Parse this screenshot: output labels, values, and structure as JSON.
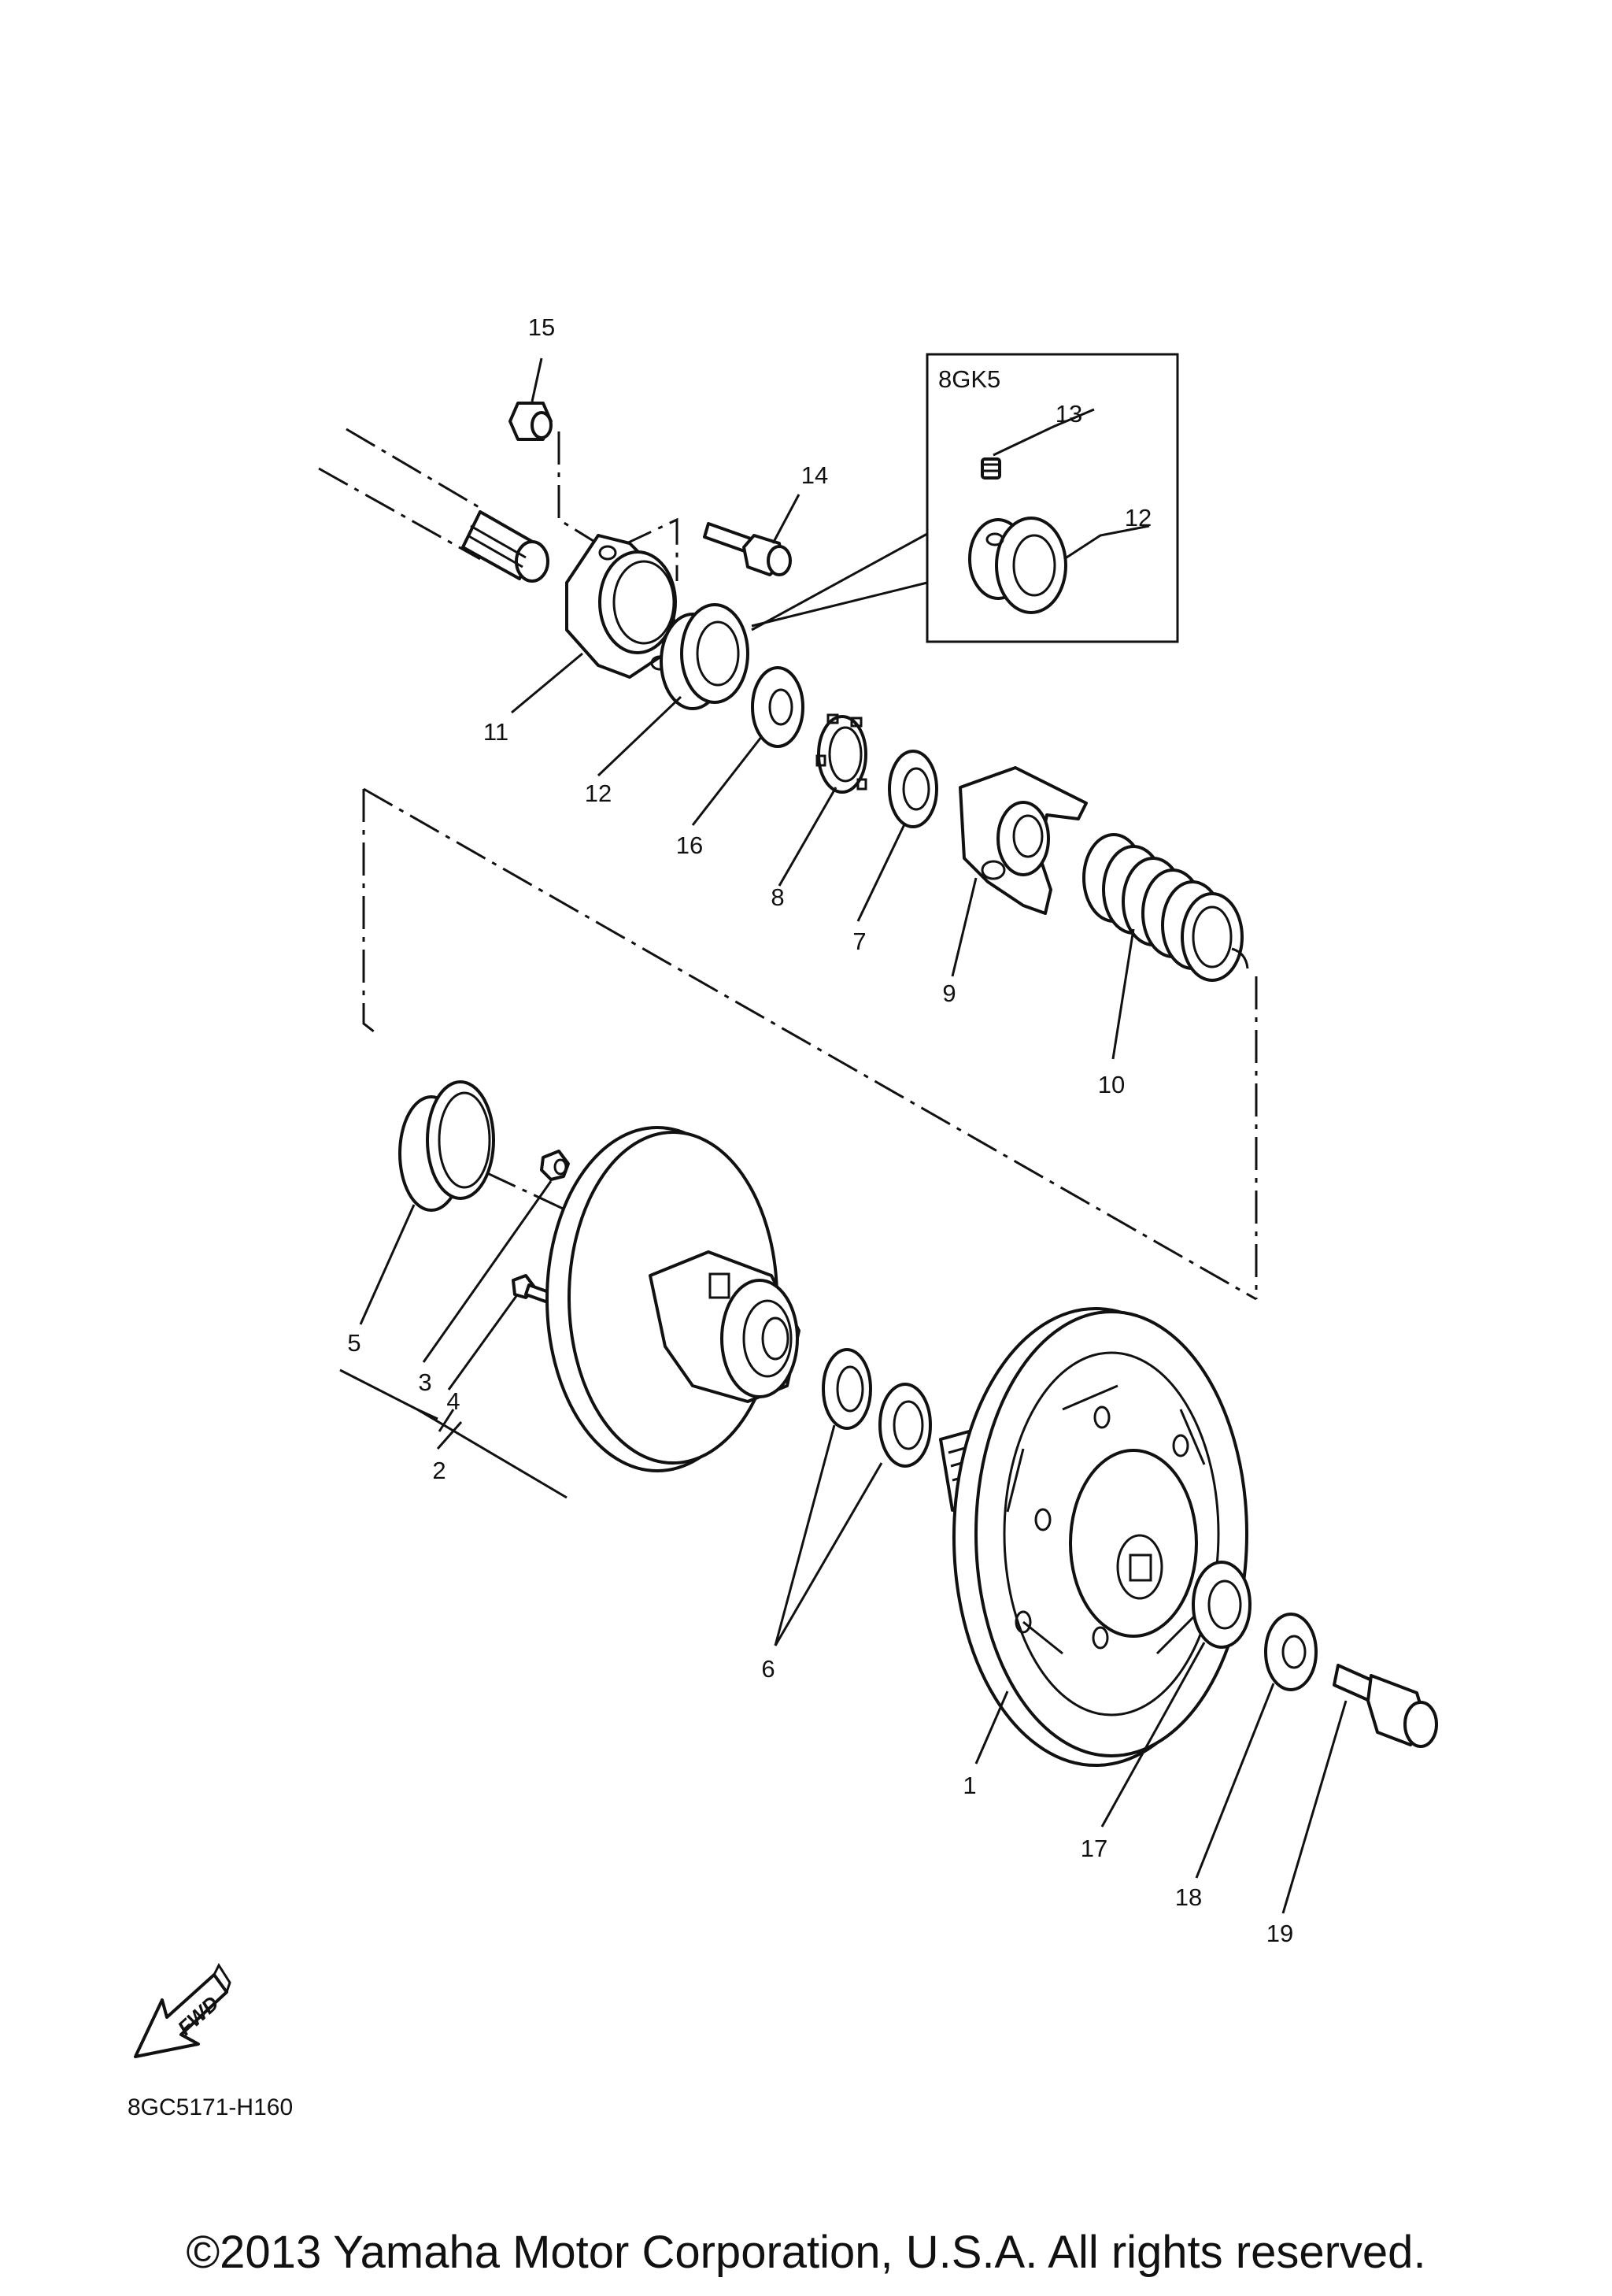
{
  "inset_label": "8GK5",
  "callouts": {
    "c1": "1",
    "c2": "2",
    "c3": "3",
    "c4": "4",
    "c5": "5",
    "c6": "6",
    "c7": "7",
    "c8": "8",
    "c9": "9",
    "c10": "10",
    "c11": "11",
    "c12": "12",
    "c12b": "12",
    "c13": "13",
    "c14": "14",
    "c15": "15",
    "c16": "16",
    "c17": "17",
    "c18": "18",
    "c19": "19"
  },
  "fwd_label": "FWD",
  "reference_code": "8GC5171-H160",
  "copyright": "©2013 Yamaha Motor Corporation, U.S.A. All rights reserved."
}
